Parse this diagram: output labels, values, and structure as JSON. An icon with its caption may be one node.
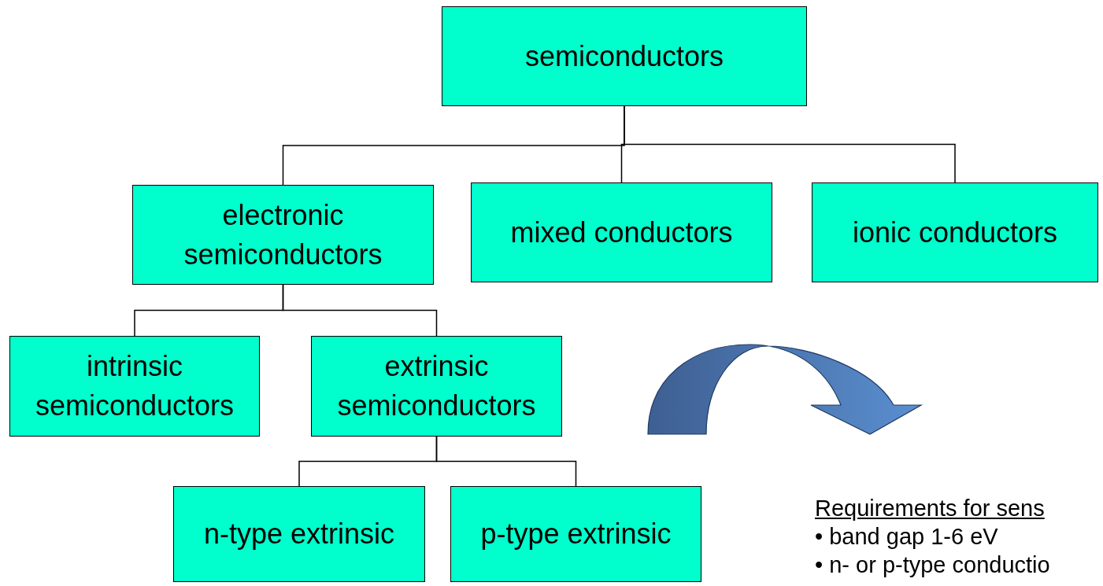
{
  "diagram": {
    "nodes": [
      {
        "text": [
          "semiconductors"
        ]
      },
      {
        "text": [
          "electronic semiconductors"
        ]
      },
      {
        "text": [
          "mixed conductors"
        ]
      },
      {
        "text": [
          "ionic conductors"
        ]
      },
      {
        "text": [
          "intrinsic semiconductors"
        ]
      },
      {
        "text": [
          "extrinsic semiconductors"
        ]
      },
      {
        "text": [
          "n-type extrinsic"
        ]
      },
      {
        "text": [
          "p-type extrinsic"
        ]
      }
    ],
    "edges": [
      {
        "from": 0,
        "to": 1,
        "arrow": "none"
      },
      {
        "from": 0,
        "to": 2,
        "arrow": "none"
      },
      {
        "from": 0,
        "to": 3,
        "arrow": "none"
      },
      {
        "from": 1,
        "to": 4,
        "arrow": "none"
      },
      {
        "from": 1,
        "to": 5,
        "arrow": "none"
      },
      {
        "from": 5,
        "to": 6,
        "arrow": "none"
      },
      {
        "from": 5,
        "to": 7,
        "arrow": "none"
      }
    ],
    "labels": [
      "Requirements for sens",
      "• band gap 1-6 eV",
      "• n- or p-type conductio"
    ]
  }
}
